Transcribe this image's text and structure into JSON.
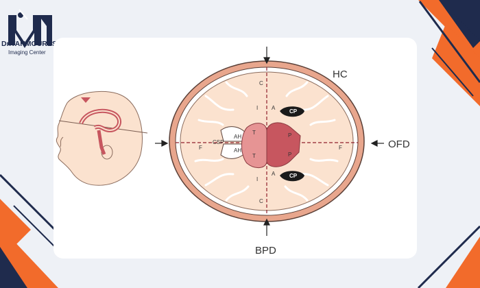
{
  "logo": {
    "name": "Dr.TAHMOURESI",
    "subtitle": "Imaging Center",
    "brand_color": "#1f2b4d",
    "accent_color": "#f26b2b"
  },
  "diagram": {
    "labels": {
      "hc": "HC",
      "ofd": "OFD",
      "bpd": "BPD",
      "csp": "CSP",
      "ah_top": "AH",
      "ah_bottom": "AH",
      "t_left_top": "T",
      "t_left_bottom": "T",
      "p_right_top": "P",
      "p_right_bottom": "P",
      "a_top": "A",
      "a_bottom": "A",
      "cp_top": "CP",
      "cp_bottom": "CP",
      "f_left": "F",
      "f_right": "F",
      "i_top": "I",
      "i_bottom": "I",
      "c_top": "C",
      "c_bottom": "C"
    },
    "colors": {
      "skull": "#e8a68d",
      "brain": "#fbe2cf",
      "thalamus": "#e69494",
      "thalamus_dark": "#c7565f",
      "midline": "#8f1f2b"
    }
  }
}
